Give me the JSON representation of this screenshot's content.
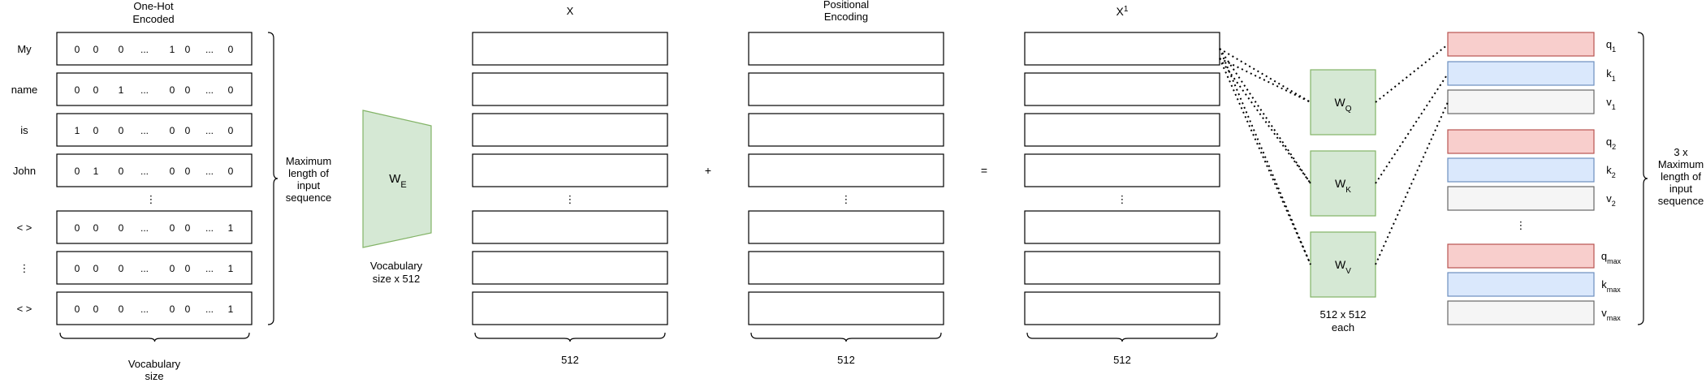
{
  "onehot": {
    "title_line1": "One-Hot",
    "title_line2": "Encoded",
    "rows": [
      {
        "word": "My",
        "cells": [
          "0",
          "0",
          "0",
          "...",
          "1",
          "0",
          "...",
          "0"
        ]
      },
      {
        "word": "name",
        "cells": [
          "0",
          "0",
          "1",
          "...",
          "0",
          "0",
          "...",
          "0"
        ]
      },
      {
        "word": "is",
        "cells": [
          "1",
          "0",
          "0",
          "...",
          "0",
          "0",
          "...",
          "0"
        ]
      },
      {
        "word": "John",
        "cells": [
          "0",
          "1",
          "0",
          "...",
          "0",
          "0",
          "...",
          "0"
        ]
      },
      {
        "word": "< >",
        "cells": [
          "0",
          "0",
          "0",
          "...",
          "0",
          "0",
          "...",
          "1"
        ]
      },
      {
        "word": "⋮",
        "cells": [
          "0",
          "0",
          "0",
          "...",
          "0",
          "0",
          "...",
          "1"
        ]
      },
      {
        "word": "< >",
        "cells": [
          "0",
          "0",
          "0",
          "...",
          "0",
          "0",
          "...",
          "1"
        ]
      }
    ],
    "vdots": "⋮",
    "brace_label_line1": "Vocabulary",
    "brace_label_line2": "size",
    "right_label": [
      "Maximum",
      "length of",
      "input",
      "sequence"
    ]
  },
  "embedding": {
    "label_main": "W",
    "label_sub": "E",
    "caption_line1": "Vocabulary",
    "caption_line2": "size x 512",
    "fill": "#d5e8d4",
    "stroke": "#82b366"
  },
  "x_block": {
    "title": "X",
    "size_label": "512"
  },
  "pe_block": {
    "title_line1": "Positional",
    "title_line2": "Encoding",
    "size_label": "512"
  },
  "x1_block": {
    "title_main": "X",
    "title_sup": "1",
    "size_label": "512"
  },
  "operators": {
    "plus": "+",
    "equals": "="
  },
  "weights": {
    "items": [
      {
        "main": "W",
        "sub": "Q"
      },
      {
        "main": "W",
        "sub": "K"
      },
      {
        "main": "W",
        "sub": "V"
      }
    ],
    "caption_line1": "512 x 512",
    "caption_line2": "each",
    "fill": "#d5e8d4",
    "stroke": "#82b366"
  },
  "qkv": {
    "items": [
      {
        "main": "q",
        "sub": "1",
        "kind": "q"
      },
      {
        "main": "k",
        "sub": "1",
        "kind": "k"
      },
      {
        "main": "v",
        "sub": "1",
        "kind": "v"
      },
      {
        "main": "q",
        "sub": "2",
        "kind": "q"
      },
      {
        "main": "k",
        "sub": "2",
        "kind": "k"
      },
      {
        "main": "v",
        "sub": "2",
        "kind": "v"
      },
      {
        "main": "q",
        "sub": "max",
        "kind": "q"
      },
      {
        "main": "k",
        "sub": "max",
        "kind": "k"
      },
      {
        "main": "v",
        "sub": "max",
        "kind": "v"
      }
    ],
    "colors": {
      "q": {
        "fill": "#f8cecc",
        "stroke": "#b85450"
      },
      "k": {
        "fill": "#dae8fc",
        "stroke": "#6c8ebf"
      },
      "v": {
        "fill": "#f5f5f5",
        "stroke": "#666666"
      }
    },
    "right_label": [
      "3 x",
      "Maximum",
      "length of",
      "input",
      "sequence"
    ]
  }
}
